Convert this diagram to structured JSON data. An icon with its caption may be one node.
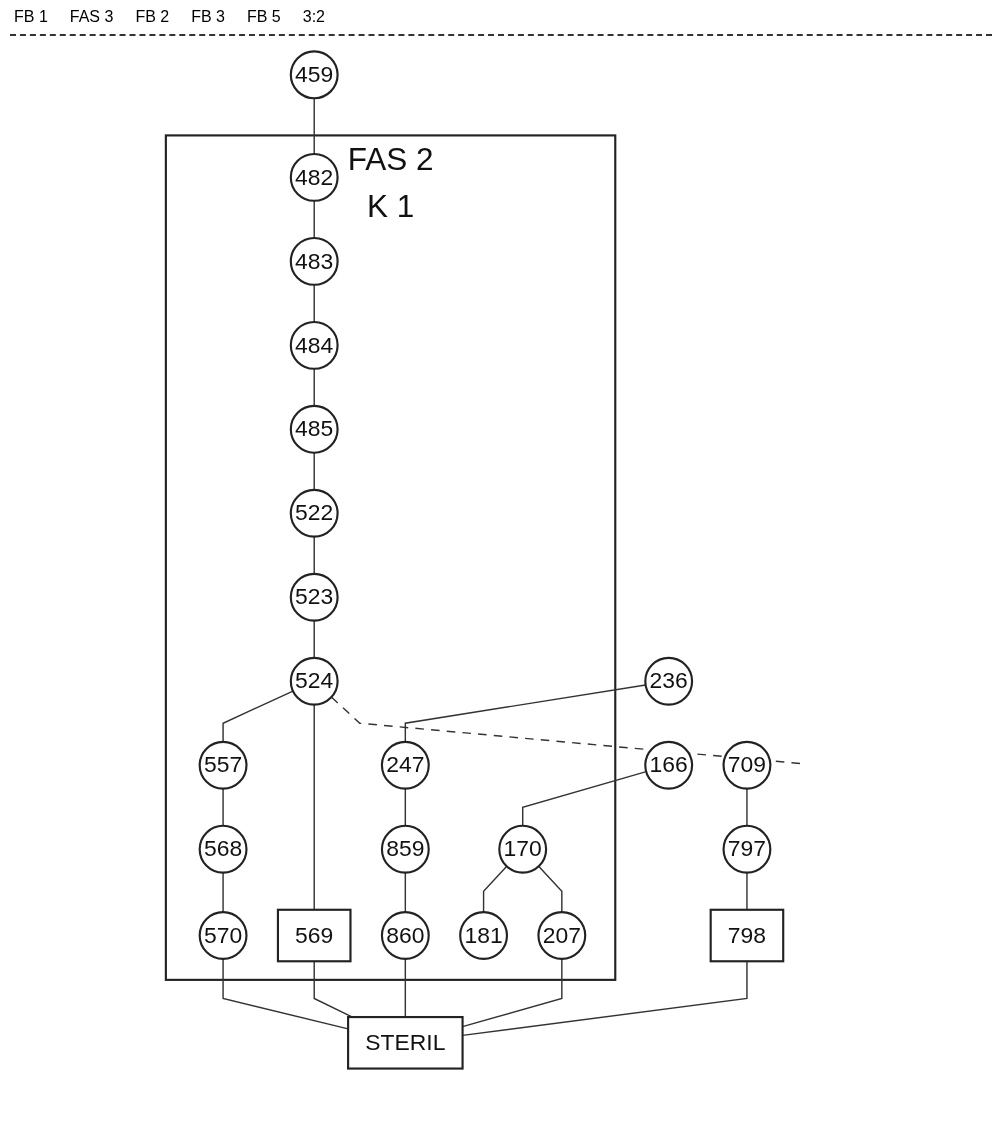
{
  "diagram": {
    "nodes": [
      {
        "text": [
          "459"
        ]
      },
      {
        "text": [
          "166"
        ]
      },
      {
        "text": [
          "236"
        ]
      },
      {
        "text": [
          "709"
        ]
      },
      {
        "text": [
          "FAS 2",
          "K 1"
        ]
      },
      {
        "text": [
          "482"
        ],
        "in": 4
      },
      {
        "text": [
          "170"
        ],
        "in": 4
      },
      {
        "text": [
          "181"
        ],
        "in": 4
      },
      {
        "text": [
          "247"
        ],
        "in": 4
      },
      {
        "text": [
          "797"
        ]
      },
      {
        "text": [
          "483"
        ],
        "in": 4
      },
      {
        "text": [
          "798"
        ]
      },
      {
        "text": [
          "484"
        ],
        "in": 4
      },
      {
        "text": [
          "859"
        ],
        "in": 4
      },
      {
        "text": [
          "485"
        ],
        "in": 4
      },
      {
        "text": [
          "522"
        ],
        "in": 4
      },
      {
        "text": [
          "523"
        ],
        "in": 4
      },
      {
        "text": [
          "524"
        ],
        "in": 4
      },
      {
        "text": [
          "860"
        ],
        "in": 4
      },
      {
        "text": [
          "557"
        ],
        "in": 4
      },
      {
        "text": [
          "569"
        ],
        "in": 4
      },
      {
        "text": [
          "207"
        ],
        "in": 4
      },
      {
        "text": [
          "568"
        ],
        "in": 4
      },
      {
        "text": [
          "570"
        ],
        "in": 4
      },
      {
        "text": [
          "STERIL"
        ]
      }
    ],
    "edges": [
      {
        "from": 0,
        "to": 5,
        "arrow": "none"
      },
      {
        "from": 1,
        "to": 6,
        "arrow": "none"
      },
      {
        "from": 2,
        "to": 8,
        "arrow": "none"
      },
      {
        "from": 3,
        "to": 9,
        "arrow": "none"
      },
      {
        "from": 6,
        "to": 7,
        "arrow": "none"
      },
      {
        "from": 5,
        "to": 10,
        "arrow": "none"
      },
      {
        "from": 10,
        "to": 12,
        "arrow": "none"
      },
      {
        "from": 12,
        "to": 14,
        "arrow": "none"
      },
      {
        "from": 14,
        "to": 15,
        "arrow": "none"
      },
      {
        "from": 15,
        "to": 16,
        "arrow": "none"
      },
      {
        "from": 16,
        "to": 17,
        "arrow": "none"
      },
      {
        "from": 17,
        "to": 19,
        "arrow": "none"
      },
      {
        "from": 17,
        "to": 20,
        "arrow": "none"
      },
      {
        "from": 17,
        "to": null,
        "arrow": "none",
        "style": "dashed"
      },
      {
        "from": 8,
        "to": 13,
        "arrow": "none"
      },
      {
        "from": 13,
        "to": 18,
        "arrow": "none"
      },
      {
        "from": 9,
        "to": 11,
        "arrow": "none"
      },
      {
        "from": 6,
        "to": 21,
        "arrow": "none"
      },
      {
        "from": 19,
        "to": 22,
        "arrow": "none"
      },
      {
        "from": 22,
        "to": 23,
        "arrow": "none"
      },
      {
        "from": 23,
        "to": 24,
        "arrow": "none"
      },
      {
        "from": 20,
        "to": 24,
        "arrow": "none"
      },
      {
        "from": 21,
        "to": 24,
        "arrow": "none"
      },
      {
        "from": 18,
        "to": 24,
        "arrow": "none"
      },
      {
        "from": 11,
        "to": 24,
        "arrow": "none"
      }
    ],
    "labels": [
      "FB 1",
      "FAS 3",
      "FB 2",
      "FB 3",
      "FB 5",
      "3:2"
    ]
  }
}
